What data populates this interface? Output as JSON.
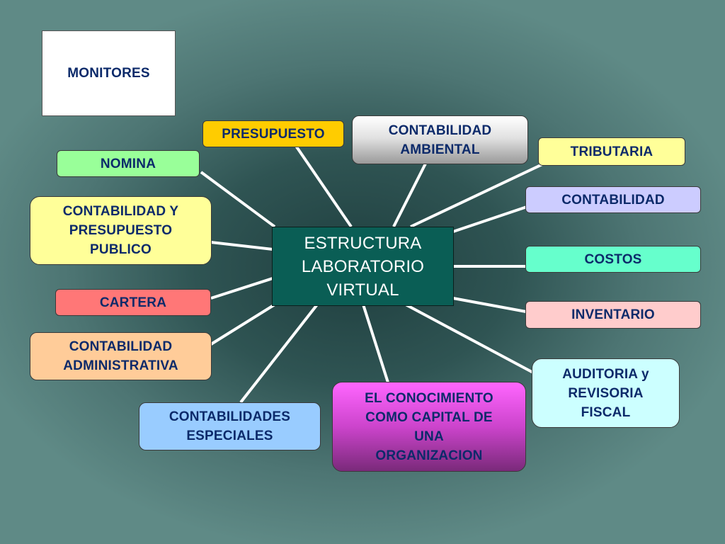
{
  "center": "ESTRUCTURA\nLABORATORIO\nVIRTUAL",
  "monitores": "MONITORES",
  "nodes": [
    {
      "id": "presupuesto",
      "label": "PRESUPUESTO",
      "fill": "#ffcc00"
    },
    {
      "id": "contabilidad-ambiental",
      "label": "CONTABILIDAD\nAMBIENTAL",
      "fill": "linear-gradient(#ffffff 0%, #e2e2e2 45%, #9a9a9a 100%)"
    },
    {
      "id": "tributaria",
      "label": "TRIBUTARIA",
      "fill": "#ffff99"
    },
    {
      "id": "nomina",
      "label": "NOMINA",
      "fill": "#99ff99"
    },
    {
      "id": "contabilidad-y-presupuesto-publico",
      "label": "CONTABILIDAD Y\nPRESUPUESTO\nPUBLICO",
      "fill": "#ffff99"
    },
    {
      "id": "contabilidad",
      "label": "CONTABILIDAD",
      "fill": "#ccccff"
    },
    {
      "id": "costos",
      "label": "COSTOS",
      "fill": "#66ffcc"
    },
    {
      "id": "cartera",
      "label": "CARTERA",
      "fill": "#ff7777"
    },
    {
      "id": "inventario",
      "label": "INVENTARIO",
      "fill": "#ffcccc"
    },
    {
      "id": "contabilidad-administrativa",
      "label": "CONTABILIDAD\nADMINISTRATIVA",
      "fill": "#ffcc99"
    },
    {
      "id": "auditoria-y-revisoria-fiscal",
      "label": "AUDITORIA y\nREVISORIA\nFISCAL",
      "fill": "#ccffff"
    },
    {
      "id": "contabilidades-especiales",
      "label": "CONTABILIDADES\nESPECIALES",
      "fill": "#99ccff"
    },
    {
      "id": "el-conocimiento",
      "label": "EL CONOCIMIENTO\nCOMO CAPITAL DE\nUNA\nORGANIZACION",
      "fill": "linear-gradient(#ff66ff 0%, #cc44cc 50%, #7a2a7a 100%)"
    }
  ]
}
